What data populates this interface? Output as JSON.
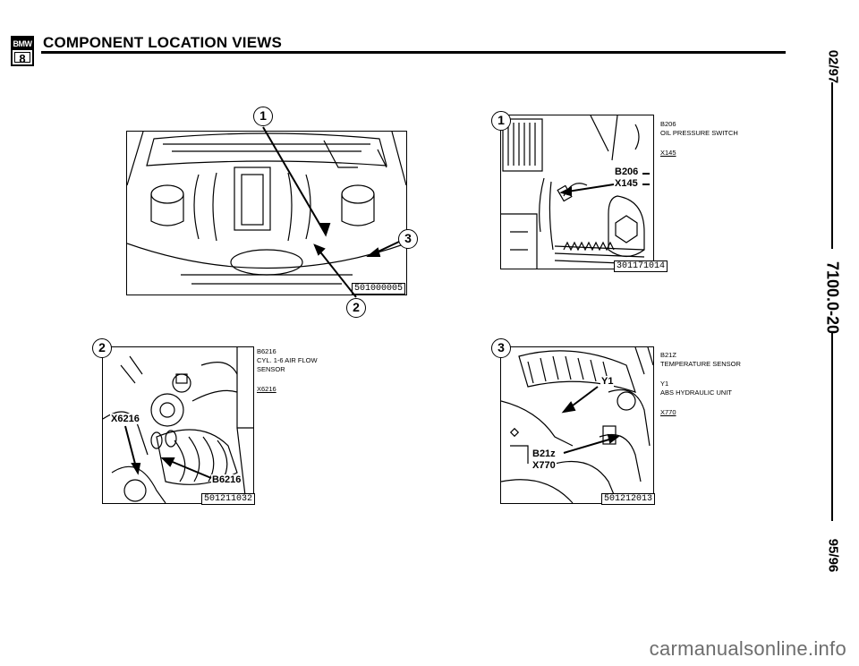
{
  "header": {
    "logo_top": "BMW",
    "logo_bottom": "8",
    "title": "COMPONENT LOCATION VIEWS"
  },
  "margin": {
    "date_top": "02/97",
    "page_code": "7100.0-20",
    "date_bottom": "95/96"
  },
  "views": [
    {
      "id": "overview",
      "part_number": "501000005",
      "callouts": [
        "1",
        "2",
        "3"
      ]
    },
    {
      "id": "detail-1",
      "callout": "1",
      "part_number": "301171014",
      "labels": [
        "B206",
        "X145"
      ],
      "legend": [
        {
          "code": "B206",
          "text": "OIL PRESSURE SWITCH"
        },
        {
          "code": "X145",
          "text": ""
        }
      ]
    },
    {
      "id": "detail-2",
      "callout": "2",
      "part_number": "501211032",
      "labels": [
        "X6216",
        "B6216"
      ],
      "legend": [
        {
          "code": "B6216",
          "text": "CYL. 1-6 AIR FLOW SENSOR"
        },
        {
          "code": "X6216",
          "text": ""
        }
      ]
    },
    {
      "id": "detail-3",
      "callout": "3",
      "part_number": "501212013",
      "labels": [
        "Y1",
        "B21z",
        "X770"
      ],
      "legend": [
        {
          "code": "B21z",
          "text": "TEMPERATURE SENSOR"
        },
        {
          "code": "Y1",
          "text": "ABS HYDRAULIC UNIT"
        },
        {
          "code": "X770",
          "text": ""
        }
      ]
    }
  ],
  "footer": {
    "watermark": "carmanualsonline.info"
  }
}
